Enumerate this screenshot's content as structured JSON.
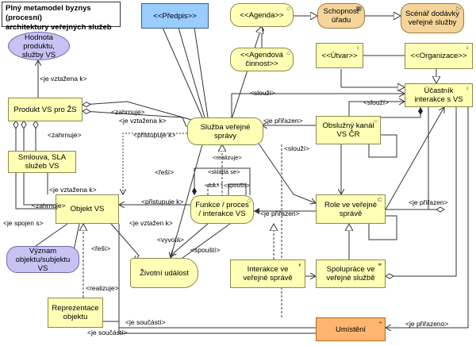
{
  "title": {
    "line1": "Plný metamodel byznys (procesní)",
    "line2": "architektury veřejných služeb"
  },
  "nodes": {
    "predpis": "<<Předpis>>",
    "agenda": "<<Agenda>>",
    "schopnost": "Schopnost úřadu",
    "scenar": "Scénář dodávky veřejné služby",
    "agendova": "<<Agendová činnost>>",
    "utvar": "<<Útvar>>",
    "organizace": "<<Organizace>>",
    "hodnota": "Hodnota produktu, služby VS",
    "produkt": "Produkt VS pro ŽS",
    "sluzba": "Služba veřejné správy",
    "ucastnik": "Účastník interakce s VS",
    "obsluzny": "Obslužný kanál VS ČR",
    "smlouva": "Smlouva, SLA služeb VS",
    "objekt": "Objekt VS",
    "funkce": "Funkce / proces / interakce VS",
    "role": "Role ve veřejné správě",
    "vyznam": "Význam objektu/subjektu VS",
    "zivotni": "Životní událost",
    "interakce": "Interakce ve veřejné správě",
    "spoluprace": "Spolupráce ve veřejné službě",
    "reprezentace": "Reprezentace objektu",
    "umisteni": "Umístění"
  },
  "edges": {
    "je_vztazena_1": "<je vztažena k>",
    "zahrnuje_1": "<zahrnuje>",
    "je_vztazena_2": "<je vztažena k>",
    "slouzi_1": "<slouží>",
    "slouzi_2": "<slouží>",
    "je_prirazen_1": "<je přiřazen>",
    "zahrnuje_2": "<zahrnuje>",
    "pristupuje_1": "<přistupuje k>",
    "resi_1": "<řeší>",
    "realizuje_1": "<realizuje>",
    "slouzi_3": "<slouží>",
    "sklada_se": "<skládá se>",
    "tok": "<tok>",
    "spousti_1": "<spouští>",
    "je_vztazena_3": "<je vztažena k>",
    "zahrnuje_3": "<zahrnuje>",
    "pristupuje_2": "<přistupuje k>",
    "je_spojen_s": "<je spojen s>",
    "je_vztazen_k": "<je vztažen k>",
    "je_prirazen_2": "<je přiřazen>",
    "je_prirazen_3": "<je přiřazen>",
    "resi_2": "<řeší>",
    "vyvola": "<vyvolá>",
    "spousti_2": "<spouští>",
    "realizuje_2": "<realizuje>",
    "je_soucasti_1": "<je součástí>",
    "je_soucasti_2": "<je součástí>",
    "je_prirazeno": "<je přiřazeno>"
  }
}
